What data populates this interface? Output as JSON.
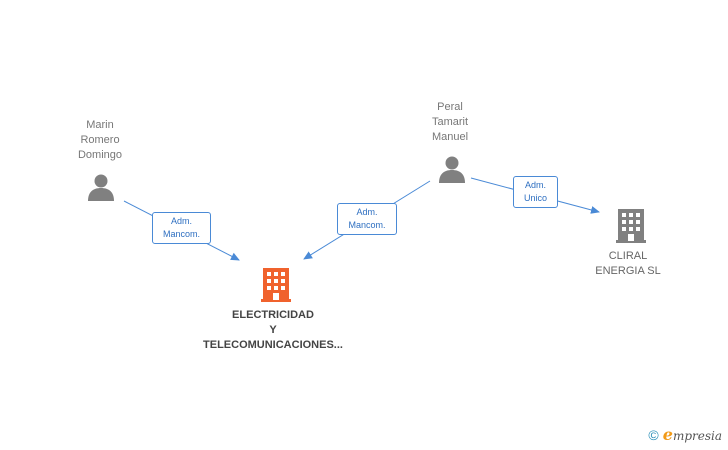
{
  "nodes": {
    "marin": {
      "label": "Marin\nRomero\nDomingo",
      "icon": "person-icon",
      "color": "#808080"
    },
    "peral": {
      "label": "Peral\nTamarit\nManuel",
      "icon": "person-icon",
      "color": "#808080"
    },
    "electricidad": {
      "label": "ELECTRICIDAD\nY\nTELECOMUNICACIONES...",
      "icon": "building-icon",
      "color": "#f0622d"
    },
    "cliral": {
      "label": "CLIRAL\nENERGIA SL",
      "icon": "building-icon",
      "color": "#808080"
    }
  },
  "edges": {
    "marin_electricidad": {
      "label": "Adm.\nMancom."
    },
    "peral_electricidad": {
      "label": "Adm.\nMancom."
    },
    "peral_cliral": {
      "label": "Adm.\nUnico"
    }
  },
  "colors": {
    "edge": "#4a8ad6"
  },
  "brand": {
    "copyright": "©",
    "e": "e",
    "rest": "mpresia"
  }
}
